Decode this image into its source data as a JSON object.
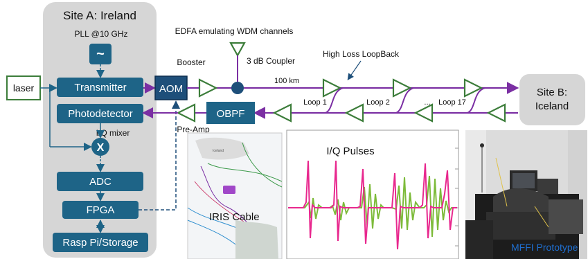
{
  "site_a": {
    "title": "Site A: Ireland",
    "pll": "PLL @10 GHz",
    "pll_symbol": "~"
  },
  "blocks": {
    "laser": "laser",
    "transmitter": "Transmitter",
    "photodetector": "Photodetector",
    "mixer_label": "I/Q mixer",
    "mixer_symbol": "X",
    "adc": "ADC",
    "fpga": "FPGA",
    "storage": "Rasp Pi/Storage",
    "aom": "AOM",
    "obpf": "OBPF"
  },
  "link": {
    "booster": "Booster",
    "pre_amp": "Pre-Amp",
    "edfa": "EDFA emulating WDM channels",
    "coupler": "3 dB Coupler",
    "loopback": "High Loss LoopBack",
    "distance": "100 km",
    "loop1": "Loop 1",
    "loop2": "Loop 2",
    "ellipsis": "...",
    "loop17": "Loop 17"
  },
  "site_b": {
    "line1": "Site B:",
    "line2": "Iceland"
  },
  "insets": {
    "map_title": "IRIS Cable",
    "map_place_top": "Iceland",
    "pulse_title": "I/Q Pulses",
    "photo_caption": "MFFI Prototype"
  },
  "colors": {
    "box_blue": "#1e6487",
    "site_grey": "#d6d6d6",
    "fiber_purple": "#7b2fa3",
    "amp_green": "#3c7d3a",
    "pulse_magenta": "#e8288e",
    "pulse_green": "#7dbb3a",
    "caption_blue": "#1f6fd1"
  }
}
